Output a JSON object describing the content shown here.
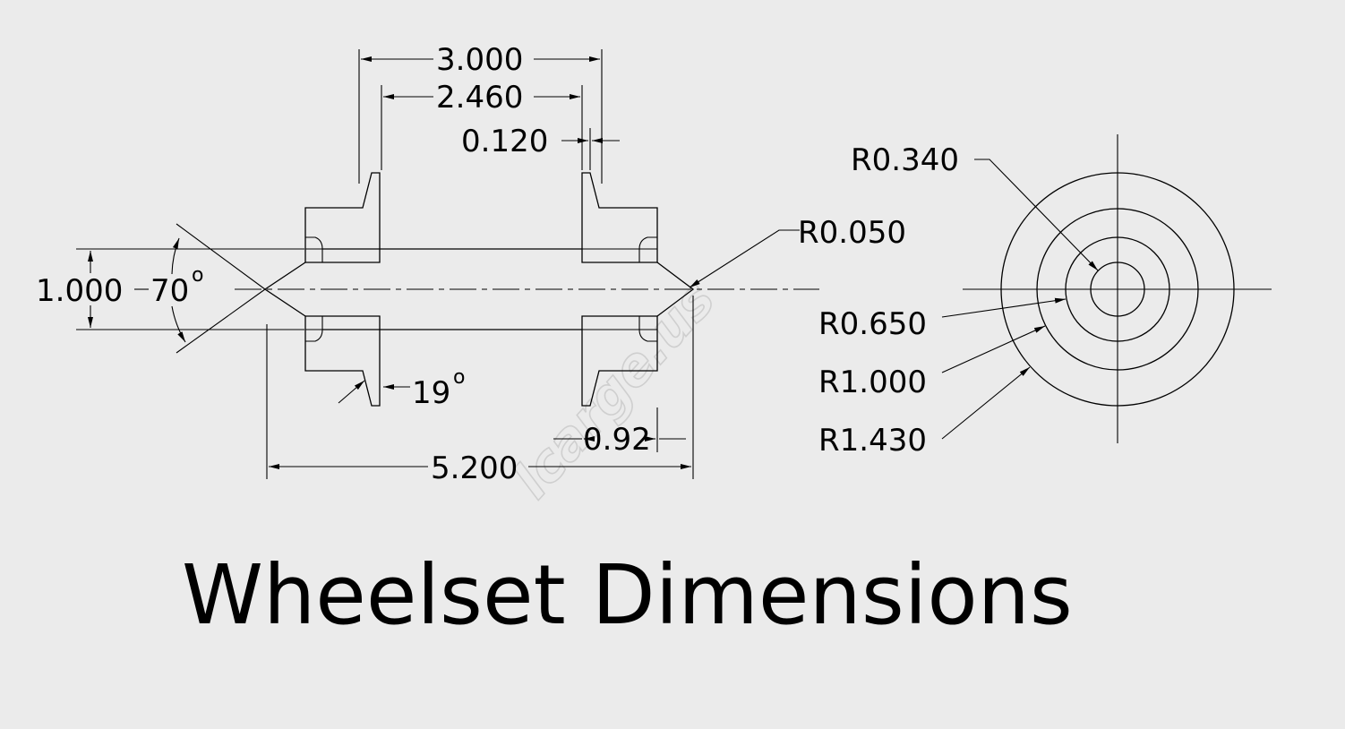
{
  "title": "Wheelset Dimensions",
  "watermark": "lcarge.us",
  "side_view": {
    "flange_distance": "3.000",
    "back_to_back": "2.460",
    "flange_thickness": "0.120",
    "axle_diameter": "1.000",
    "point_angle": "70",
    "tip_radius": "R0.050",
    "flange_angle": "19",
    "tread_width": "0.92",
    "overall_length": "5.200",
    "degree_symbol": "o"
  },
  "end_view": {
    "radii": [
      "R0.340",
      "R0.650",
      "R1.000",
      "R1.430"
    ]
  }
}
